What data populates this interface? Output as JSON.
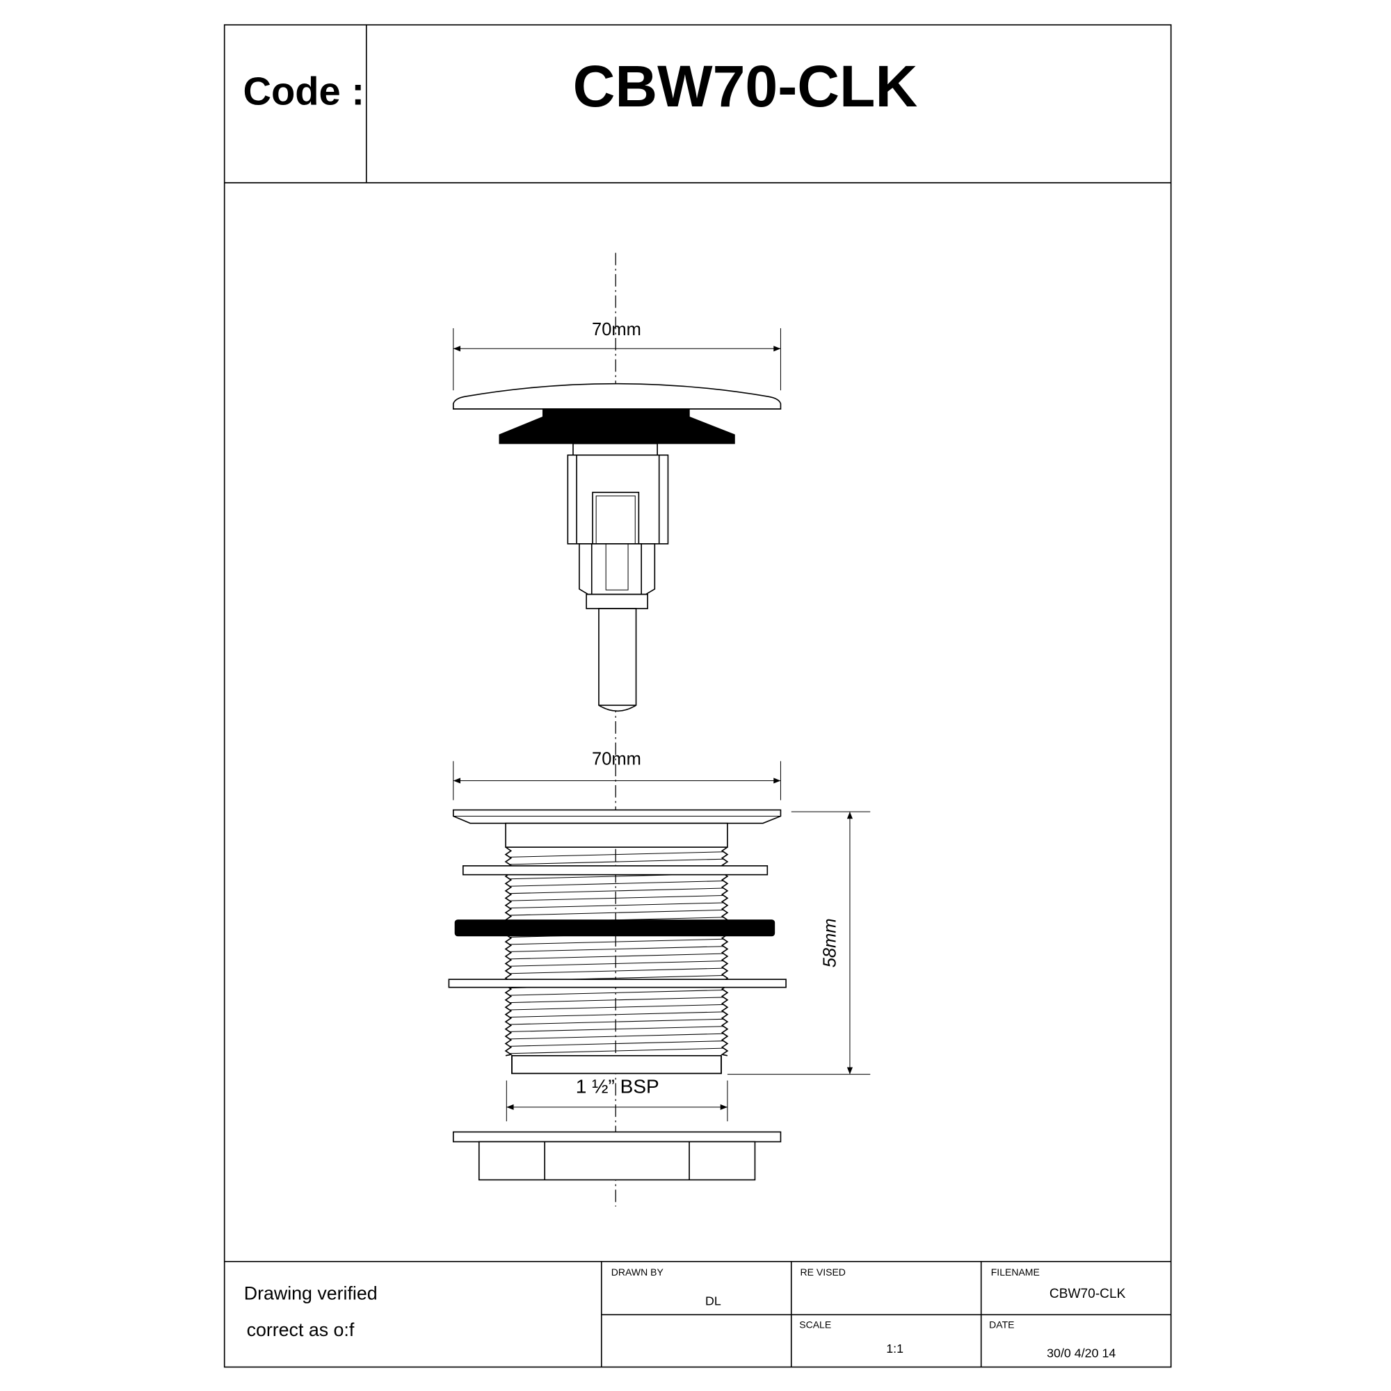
{
  "header": {
    "code_label": "Code :",
    "code_value": "CBW70-CLK"
  },
  "drawing": {
    "plug_width": "70mm",
    "waste_width": "70mm",
    "waste_height": "58mm",
    "thread_size": "1 ½” BSP"
  },
  "footer": {
    "verified_line1": "Drawing verified",
    "verified_line2": "correct as o:f",
    "drawn_by_label": "DRAWN BY",
    "drawn_by_value": "DL",
    "revised_label": "RE VISED",
    "filename_label": "FILENAME",
    "filename_value": "CBW70-CLK",
    "scale_label": "SCALE",
    "scale_value": "1:1",
    "date_label": "DATE",
    "date_value": "30/0 4/20 14"
  }
}
